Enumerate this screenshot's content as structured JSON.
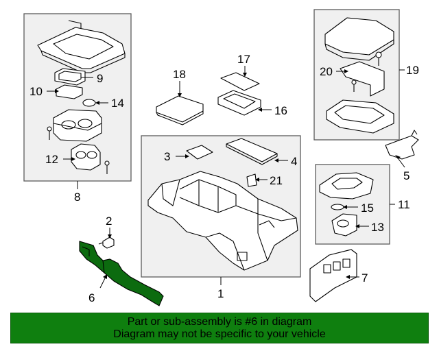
{
  "callouts": {
    "c1": "1",
    "c2": "2",
    "c3": "3",
    "c4": "4",
    "c5": "5",
    "c6": "6",
    "c7": "7",
    "c8": "8",
    "c9": "9",
    "c10": "10",
    "c11": "11",
    "c12": "12",
    "c13": "13",
    "c14": "14",
    "c15": "15",
    "c16": "16",
    "c17": "17",
    "c18": "18",
    "c19": "19",
    "c20": "20",
    "c21": "21"
  },
  "banner": {
    "line1": "Part or sub-assembly is #6 in diagram",
    "line2": "Diagram may not be specific to your vehicle"
  },
  "colors": {
    "highlight_part": "#0c6b0f",
    "banner_background": "#0f7f0f",
    "group_box": "#f0f0f0"
  }
}
